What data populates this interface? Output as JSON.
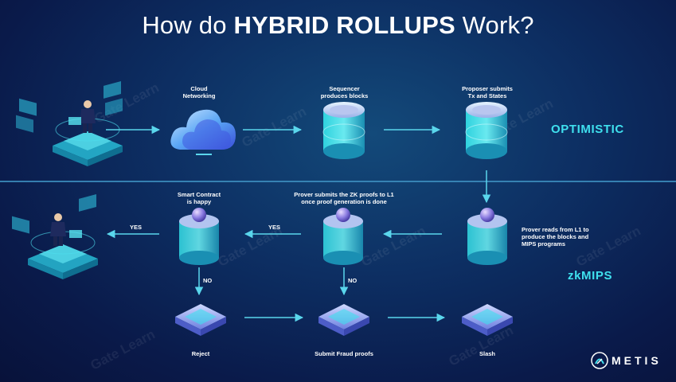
{
  "title": {
    "prefix": "How do ",
    "bold": "HYBRID ROLLUPS",
    "suffix": " Work?"
  },
  "nodes": {
    "cloud": "Cloud\nNetworking",
    "sequencer": "Sequencer\nproduces blocks",
    "proposer": "Proposer submits\nTx and States",
    "smart_contract": "Smart Contract\nis happy",
    "prover_submits": "Prover submits the ZK proofs to L1\nonce proof generation is done",
    "prover_reads": "Prover reads from L1 to\nproduce the blocks and\nMIPS programs",
    "reject": "Reject",
    "fraud": "Submit Fraud proofs",
    "slash": "Slash"
  },
  "arrow_labels": {
    "yes": "YES",
    "no": "NO"
  },
  "modes": {
    "optimistic": "OPTIMISTIC",
    "zkmips": "zkMIPS"
  },
  "brand": {
    "name": "METIS"
  },
  "watermark": "Gate Learn",
  "colors": {
    "accent": "#3fe0ee",
    "arrow": "#5ad6ec",
    "bg": "#0d2f63"
  }
}
